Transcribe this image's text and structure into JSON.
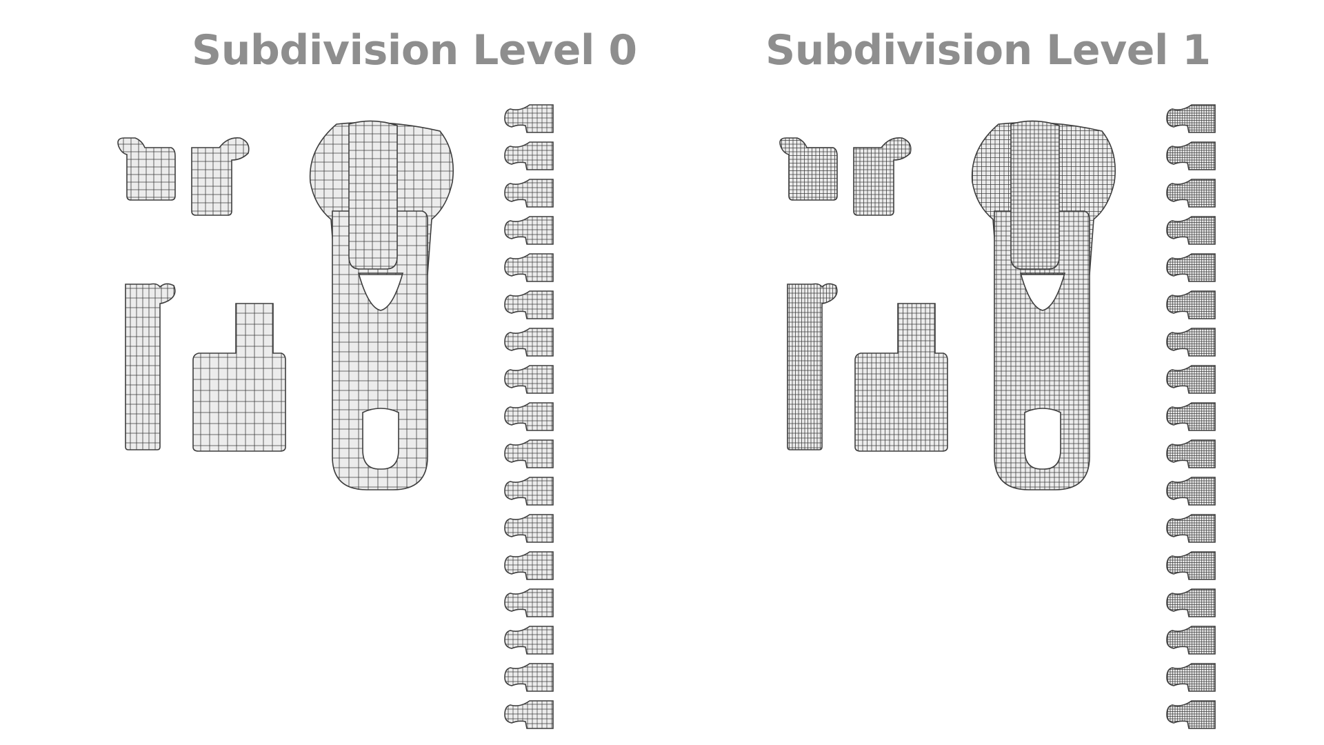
{
  "titles": {
    "level0": "Subdivision Level 0",
    "level1": "Subdivision Level 1"
  },
  "colors": {
    "title": "#8e8e8e",
    "surface": "#ececec",
    "surface_shade": "#d6d6d6",
    "wire": "#3c3c3c",
    "background": "#ffffff"
  },
  "panels": [
    {
      "name": "level-0",
      "mesh_density": 1,
      "teeth_count": 17
    },
    {
      "name": "level-1",
      "mesh_density": 2,
      "teeth_count": 17
    }
  ]
}
